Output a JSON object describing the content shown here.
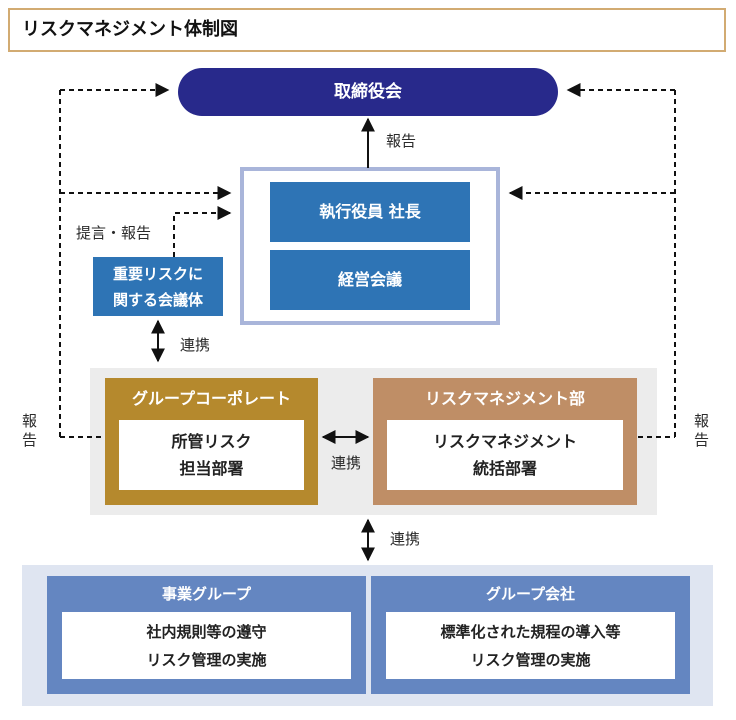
{
  "title": "リスクマネジメント体制図",
  "nodes": {
    "board": "取締役会",
    "president": "執行役員 社長",
    "management_meeting": "経営会議",
    "risk_council": {
      "line1": "重要リスクに",
      "line2": "関する会議体"
    },
    "group_corporate": {
      "header": "グループコーポレート",
      "body_line1": "所管リスク",
      "body_line2": "担当部署"
    },
    "risk_mgmt_dept": {
      "header": "リスクマネジメント部",
      "body_line1": "リスクマネジメント",
      "body_line2": "統括部署"
    },
    "business_group": {
      "header": "事業グループ",
      "body_line1": "社内規則等の遵守",
      "body_line2": "リスク管理の実施"
    },
    "group_companies": {
      "header": "グループ会社",
      "body_line1": "標準化された規程の導入等",
      "body_line2": "リスク管理の実施"
    }
  },
  "labels": {
    "report_top": "報告",
    "proposal_report": "提言・報告",
    "coordination_upper": "連携",
    "coordination_middle": "連携",
    "coordination_bottom": "連携",
    "report_left_vertical": "報告",
    "report_right_vertical": "報告"
  },
  "colors": {
    "board_navy": "#28298b",
    "node_blue": "#2e74b5",
    "exec_border": "#a9b5da",
    "corporate_gold": "#b5892d",
    "risk_dept_tan": "#bf8e66",
    "panel_gray": "#ececec",
    "panel_light_blue": "#dfe5f1",
    "bottom_blue": "#6486c1",
    "title_border": "#d2ab72",
    "line_black": "#111111"
  }
}
